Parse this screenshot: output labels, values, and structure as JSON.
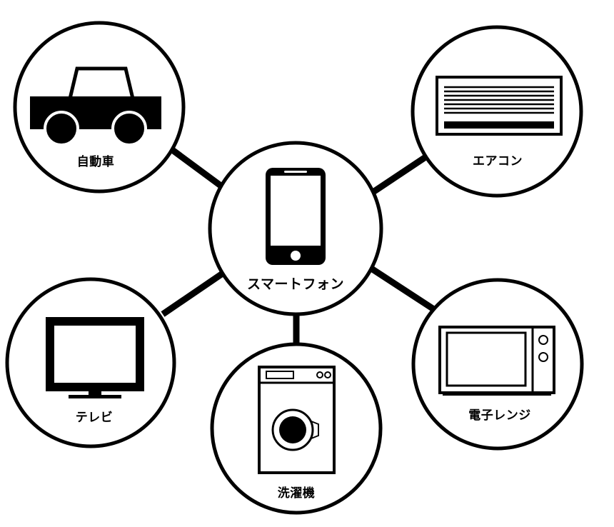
{
  "diagram": {
    "center": {
      "label": "スマートフォン",
      "icon": "smartphone-icon"
    },
    "nodes": [
      {
        "id": "car",
        "label": "自動車",
        "icon": "car-icon"
      },
      {
        "id": "aircon",
        "label": "エアコン",
        "icon": "air-conditioner-icon"
      },
      {
        "id": "tv",
        "label": "テレビ",
        "icon": "television-icon"
      },
      {
        "id": "washer",
        "label": "洗濯機",
        "icon": "washing-machine-icon"
      },
      {
        "id": "microwave",
        "label": "電子レンジ",
        "icon": "microwave-icon"
      }
    ],
    "colors": {
      "stroke": "#000000",
      "fill": "#ffffff"
    }
  }
}
